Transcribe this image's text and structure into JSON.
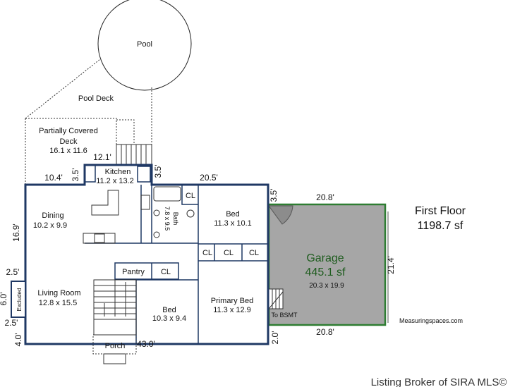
{
  "title": {
    "floor": "First Floor",
    "area": "1198.7 sf"
  },
  "outdoor": {
    "pool": "Pool",
    "pool_deck": "Pool Deck",
    "deck_name": "Partially Covered",
    "deck_name2": "Deck",
    "deck_size": "16.1 x 11.6",
    "porch": "Porch"
  },
  "rooms": {
    "kitchen": {
      "name": "Kitchen",
      "size": "11.2 x 13.2"
    },
    "dining": {
      "name": "Dining",
      "size": "10.2 x 9.9"
    },
    "bath": {
      "name": "Bath",
      "size": "7.8 x 9.5"
    },
    "bed1": {
      "name": "Bed",
      "size": "11.3 x 10.1"
    },
    "living": {
      "name": "Living Room",
      "size": "12.8 x 15.5"
    },
    "pantry": {
      "name": "Pantry"
    },
    "closet": "CL",
    "bed2": {
      "name": "Bed",
      "size": "10.3 x 9.4"
    },
    "primary": {
      "name": "Primary Bed",
      "size": "11.3 x 12.9"
    },
    "excluded": "Excluded"
  },
  "garage": {
    "name": "Garage",
    "area": "445.1 sf",
    "size": "20.3 x 19.9",
    "stairs": "To BSMT"
  },
  "dimensions": {
    "d12_1": "12.1'",
    "d10_4": "10.4'",
    "d3_5a": "3.5'",
    "d3_5b": "3.5'",
    "d20_5": "20.5'",
    "d3_5c": "3.5'",
    "d20_8top": "20.8'",
    "d21_4": "21.4'",
    "d20_8bot": "20.8'",
    "d16_9": "16.9'",
    "d2_5a": "2.5'",
    "d6_0": "6.0'",
    "d2_5b": "2.5'",
    "d4_0": "4.0'",
    "d43_0": "43.0'",
    "d2_0": "2.0'"
  },
  "credits": {
    "measurer": "Measuringspaces.com",
    "broker": "Listing Broker of SIRA MLS©"
  },
  "colors": {
    "wall": "#1f3864",
    "garage_fill": "#a6a6a6",
    "garage_border": "#2e7d32"
  }
}
